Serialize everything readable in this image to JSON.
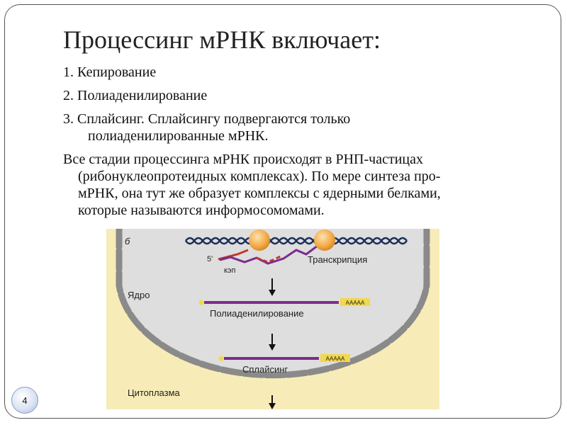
{
  "slide": {
    "title": "Процессинг мРНК включает:",
    "items": [
      "1. Кепирование",
      "2. Полиаденилирование",
      "3. Сплайсинг. Сплайсингу подвергаются только",
      "полиаденилированные мРНК."
    ],
    "paragraph": [
      "Все стадии процессинга мРНК происходят в РНП-частицах",
      "(рибонуклеопротеидных комплексах). По мере синтеза про-",
      "мРНК, она тут же образует комплексы с ядерными белками,",
      "которые называются информосомомами."
    ],
    "page_number": "4"
  },
  "figure": {
    "panel_letter": "б",
    "five_prime": "5'",
    "cap": "кэп",
    "transcription": "Транскрипция",
    "nucleus": "Ядро",
    "polyadenylation": "Полиаденилирование",
    "polya_tail": "AAAAA",
    "splicing": "Сплайсинг",
    "cytoplasm": "Цитоплазма",
    "colors": {
      "background": "#f7ecb7",
      "nucleus": "#dedede",
      "membrane": "#8a8a8a",
      "mrna": "#7c2c8c",
      "polya": "#f2d84a",
      "rna_segment": "#c0392b",
      "protein": "#f2a945"
    }
  }
}
